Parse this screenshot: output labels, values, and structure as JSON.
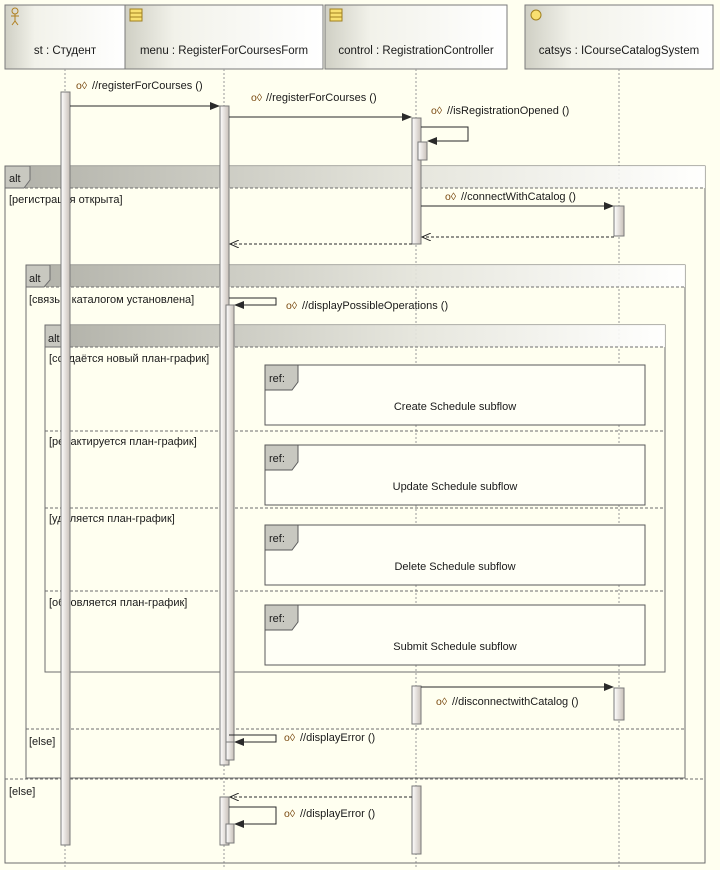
{
  "lifelines": [
    {
      "name": "st : Студент",
      "icon": "actor-icon"
    },
    {
      "name": "menu : RegisterForCoursesForm",
      "icon": "class-icon"
    },
    {
      "name": "control : RegistrationController",
      "icon": "class-icon"
    },
    {
      "name": "catsys : ICourseCatalogSystem",
      "icon": "interface-icon"
    }
  ],
  "messages": {
    "m1": "//registerForCourses ()",
    "m2": "//registerForCourses ()",
    "m3": "//isRegistrationOpened ()",
    "m4": "//connectWithCatalog ()",
    "m5": "//displayPossibleOperations ()",
    "m6": "//disconnectwithCatalog ()",
    "m7": "//displayError ()",
    "m8": "//displayError ()"
  },
  "fragments": {
    "alt_operator": "alt",
    "ref_operator": "ref:",
    "outer_guard": "[регистрация открыта]",
    "outer_else": "[else]",
    "mid_guard": "[связь с каталогом установлена]",
    "mid_else": "[else]",
    "inner_guards": [
      "[создаётся новый план-график]",
      "[редактируется план-график]",
      "[удаляется план-график]",
      "[обновляется план-график]"
    ],
    "refs": [
      "Create Schedule subflow",
      "Update Schedule subflow",
      "Delete Schedule subflow",
      "Submit Schedule subflow"
    ]
  }
}
